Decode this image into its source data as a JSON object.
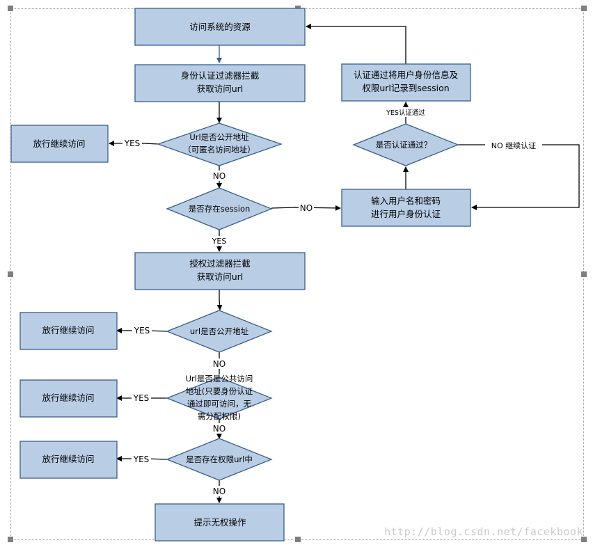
{
  "nodes": {
    "access_resource": "访问系统的资源",
    "auth_filter_1": "身份认证过滤器拦截",
    "auth_filter_2": "获取访问url",
    "is_public_1": "Url是否公开地址",
    "is_public_2": "（可匿名访问地址）",
    "allow_1": "放行继续访问",
    "has_session": "是否存在session",
    "input_1": "输入用户名和密码",
    "input_2": "进行用户身份认证",
    "auth_passed": "是否认证通过？",
    "record_1": "认证通过将用户身份信息及",
    "record_2": "权限url记录到session",
    "authz_filter_1": "授权过滤器拦截",
    "authz_filter_2": "获取访问url",
    "url_public": "url是否公开地址",
    "allow_2": "放行继续访问",
    "common_1": "Url是否是公共访问",
    "common_2": "地址(只要身份认证",
    "common_3": "通过即可访问，无",
    "common_4": "需分配权限)",
    "allow_3": "放行继续访问",
    "in_perm": "是否存在权限url中",
    "allow_4": "放行继续访问",
    "no_perm": "提示无权操作"
  },
  "labels": {
    "yes_1": "YES",
    "no_1": "NO",
    "no_2": "NO",
    "yes_2": "YES",
    "yes_auth": "YES认证通过",
    "no_auth": "NO 继续认证",
    "yes_3": "YES",
    "no_3": "NO",
    "yes_4": "YES",
    "no_4": "NO",
    "yes_5": "YES",
    "no_5": "NO"
  },
  "colors": {
    "node_fill": "#b9cde5",
    "node_stroke": "#395e8a",
    "line": "#000000"
  },
  "watermark": "http://blog.csdn.net/facekbook"
}
